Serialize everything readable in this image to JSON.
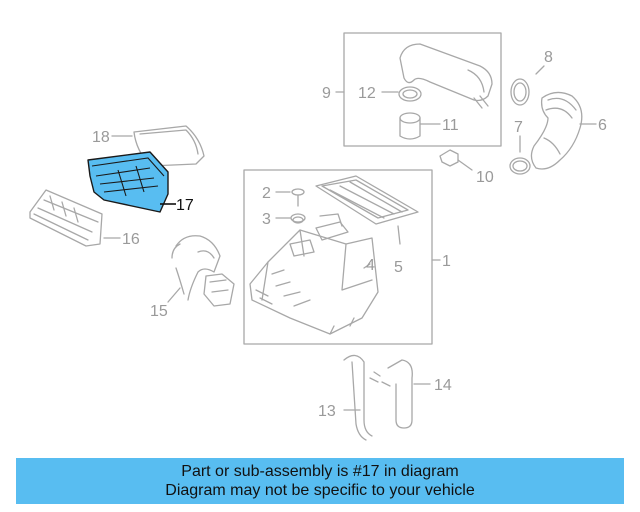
{
  "callouts": {
    "c1": "1",
    "c2": "2",
    "c3": "3",
    "c4": "4",
    "c5": "5",
    "c6": "6",
    "c7": "7",
    "c8": "8",
    "c9": "9",
    "c10": "10",
    "c11": "11",
    "c12": "12",
    "c13": "13",
    "c14": "14",
    "c15": "15",
    "c16": "16",
    "c17": "17",
    "c18": "18"
  },
  "highlight": {
    "part": "17",
    "color": "#58bdf1"
  },
  "banner": {
    "line1": "Part or sub-assembly is #17 in diagram",
    "line2": "Diagram may not be specific to your vehicle",
    "color": "#58bdf1"
  }
}
